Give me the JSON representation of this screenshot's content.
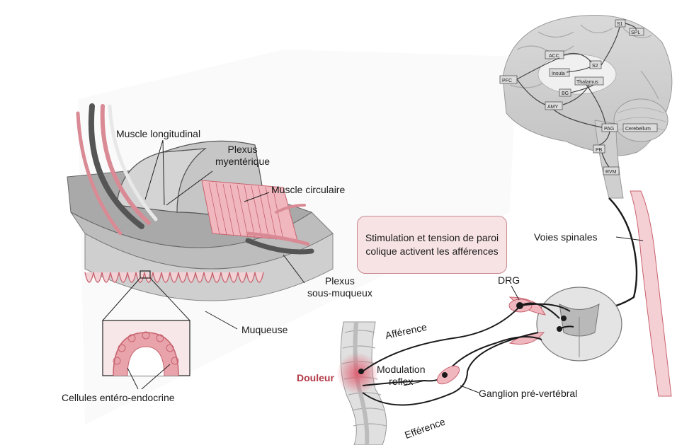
{
  "labels": {
    "muscle_longitudinal": "Muscle longitudinal",
    "plexus_myenterique": "Plexus\nmyentérique",
    "muscle_circulaire": "Muscle circulaire",
    "plexus_sous_muqueux": "Plexus\nsous-muqueux",
    "muqueuse": "Muqueuse",
    "cellules": "Cellules entéro-endocrine",
    "voies_spinales": "Voies spinales",
    "drg": "DRG",
    "afference": "Afférence",
    "efference": "Efférence",
    "modulation": "Modulation\nreflex",
    "ganglion": "Ganglion pré-vertébral",
    "douleur": "Douleur"
  },
  "callout": "Stimulation et tension de paroi colique activent les afférences",
  "brain": {
    "s1": "S1",
    "spl": "SPL",
    "acc": "ACC",
    "insula": "Insula",
    "s2": "S2",
    "pfc": "PFC",
    "bg": "BG",
    "thalamus": "Thalamus",
    "amy": "AMY",
    "pag": "PAG",
    "cerebellum": "Cerebellum",
    "pb": "PB",
    "rvm": "RVM"
  },
  "colors": {
    "pink": "#e8a3ab",
    "pink_dark": "#c8636f",
    "nerve": "#1a1a1a",
    "grey": "#b9b9b9",
    "douleur": "#b23a48"
  }
}
